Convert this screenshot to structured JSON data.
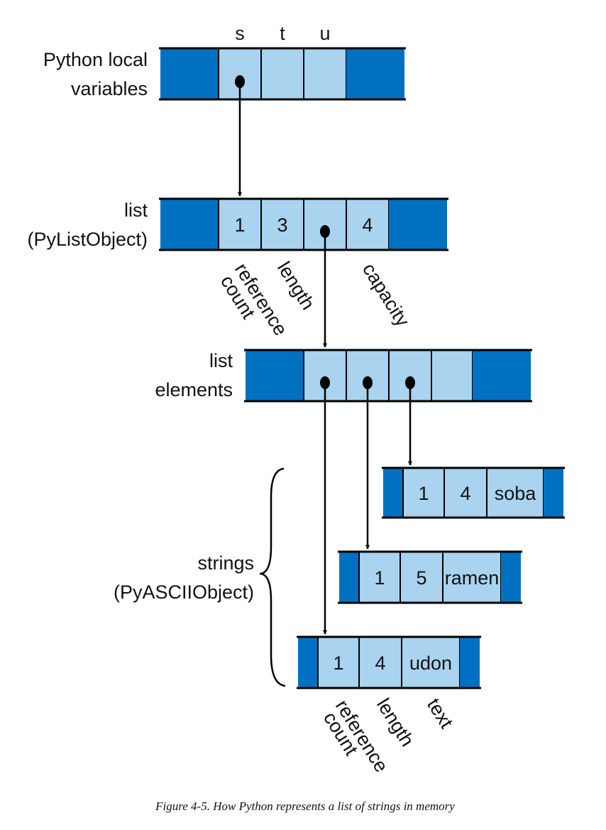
{
  "colors": {
    "dark_block": "#0071C0",
    "light_cell": "#A9D3EE",
    "line": "#000000"
  },
  "variables": {
    "label_line1": "Python local",
    "label_line2": "variables",
    "names": [
      "s",
      "t",
      "u"
    ]
  },
  "list_object": {
    "label_line1": "list",
    "label_line2": "(PyListObject)",
    "cells": [
      "1",
      "3",
      "",
      "4"
    ],
    "field_labels": {
      "refcount_line1": "reference",
      "refcount_line2": "count",
      "length": "length",
      "capacity": "capacity"
    }
  },
  "list_elements": {
    "label_line1": "list",
    "label_line2": "elements"
  },
  "strings": {
    "label_line1": "strings",
    "label_line2": "(PyASCIIObject)",
    "items": [
      {
        "refcount": "1",
        "length": "4",
        "text": "soba"
      },
      {
        "refcount": "1",
        "length": "5",
        "text": "ramen"
      },
      {
        "refcount": "1",
        "length": "4",
        "text": "udon"
      }
    ],
    "field_labels": {
      "refcount_line1": "reference",
      "refcount_line2": "count",
      "length": "length",
      "text": "text"
    }
  },
  "caption": "Figure 4-5. How Python represents a list of strings in memory"
}
